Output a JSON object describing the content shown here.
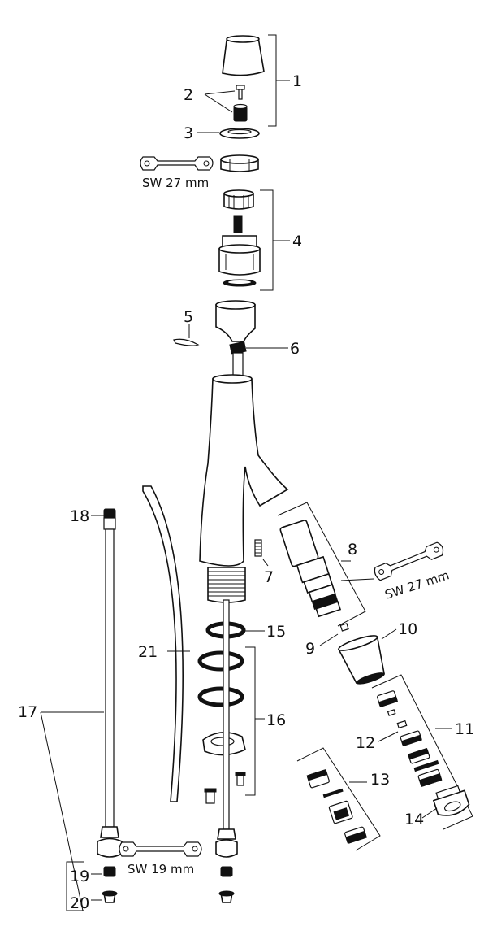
{
  "callouts": [
    "1",
    "2",
    "3",
    "4",
    "5",
    "6",
    "7",
    "8",
    "9",
    "10",
    "11",
    "12",
    "13",
    "14",
    "15",
    "16",
    "17",
    "18",
    "19",
    "20",
    "21"
  ],
  "wrench_labels": {
    "top": "SW 27 mm",
    "right": "SW 27 mm",
    "bottom": "SW 19 mm"
  },
  "icons": [
    "wrench-icon"
  ]
}
